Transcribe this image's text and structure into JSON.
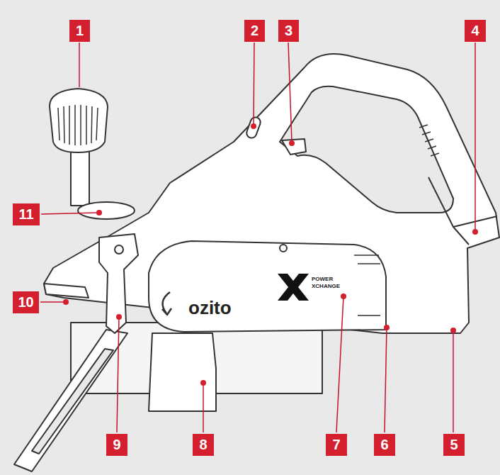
{
  "diagram": {
    "labels": [
      "1",
      "2",
      "3",
      "4",
      "11",
      "10",
      "9",
      "8",
      "7",
      "6",
      "5",
      "ozito",
      "POWER",
      "XCHANGE"
    ]
  }
}
